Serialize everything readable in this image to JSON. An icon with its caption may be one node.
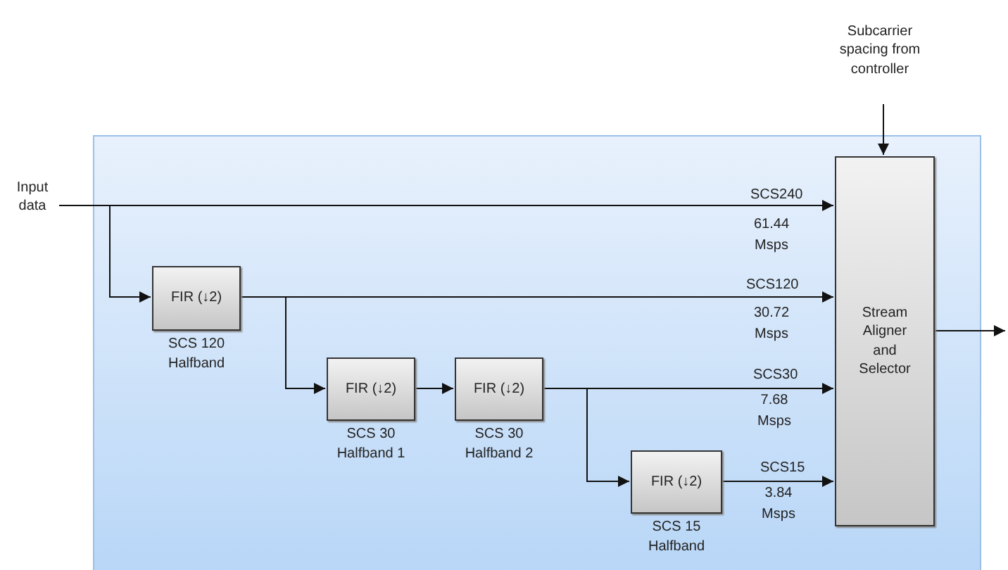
{
  "diagram": {
    "nodes": [
      {
        "text": [],
        "shape": "box"
      },
      {
        "text": [
          "Input data"
        ]
      },
      {
        "text": [
          "FIR (↓2)"
        ],
        "beside": [
          "SCS 120 Halfband"
        ],
        "in": 0
      },
      {
        "text": [
          "FIR (↓2)"
        ],
        "beside": [
          "SCS 30 Halfband 1"
        ],
        "in": 0
      },
      {
        "text": [
          "FIR (↓2)"
        ],
        "beside": [
          "SCS 30 Halfband 2"
        ],
        "in": 0
      },
      {
        "text": [
          "FIR (↓2)"
        ],
        "beside": [
          "SCS 15 Halfband"
        ],
        "in": 0
      },
      {
        "text": [
          "Stream Aligner and Selector"
        ],
        "in": 0
      },
      {
        "text": [
          "Subcarrier spacing from controller"
        ]
      }
    ],
    "edges": [
      {
        "from": 1,
        "to": 6,
        "arrow": "to",
        "label": "SCS240"
      },
      {
        "from": 1,
        "to": 2,
        "arrow": "to"
      },
      {
        "from": 2,
        "to": 6,
        "arrow": "to",
        "label": "SCS120"
      },
      {
        "from": 2,
        "to": 3,
        "arrow": "to"
      },
      {
        "from": 3,
        "to": 4,
        "arrow": "to"
      },
      {
        "from": 4,
        "to": 6,
        "arrow": "to",
        "label": "SCS30"
      },
      {
        "from": 4,
        "to": 5,
        "arrow": "to"
      },
      {
        "from": 5,
        "to": 6,
        "arrow": "to",
        "label": "SCS15"
      },
      {
        "from": 7,
        "to": 6,
        "arrow": "to"
      },
      {
        "from": 6,
        "to": null,
        "arrow": "to"
      }
    ],
    "labels": [
      "61.44 Msps",
      "30.72 Msps",
      "7.68 Msps",
      "3.84 Msps"
    ]
  }
}
